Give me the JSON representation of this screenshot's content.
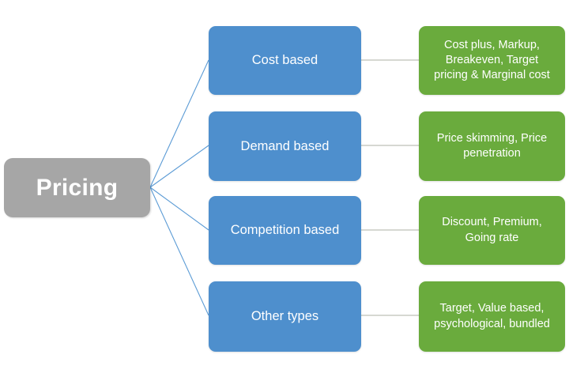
{
  "diagram": {
    "title_node": {
      "label": "Pricing",
      "color": "#a6a6a6",
      "text_color": "#ffffff"
    },
    "colors": {
      "background": "#ffffff",
      "category_fill": "#4e8fcd",
      "detail_fill": "#6aab3d",
      "root_fill": "#a6a6a6",
      "root_connector": "#5b9bd5",
      "detail_connector": "#bfbfbf"
    },
    "branches": [
      {
        "category": "Cost based",
        "detail": "Cost plus, Markup,\nBreakeven,  Target\npricing & Marginal cost"
      },
      {
        "category": "Demand based",
        "detail": "Price skimming, Price\npenetration"
      },
      {
        "category": "Competition based",
        "detail": "Discount, Premium,\nGoing rate"
      },
      {
        "category": "Other types",
        "detail": "Target,  Value based,\npsychological, bundled"
      }
    ]
  }
}
